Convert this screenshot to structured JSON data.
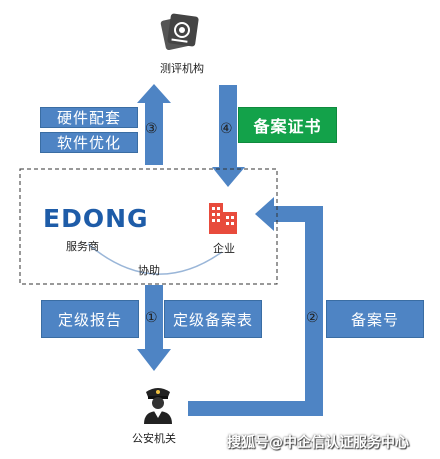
{
  "nodes": {
    "evaluator": "测评机构",
    "service_provider": "服务商",
    "enterprise": "企业",
    "police": "公安机关"
  },
  "logo": {
    "text": "EDONG"
  },
  "boxes": {
    "hardware": "硬件配套",
    "software": "软件优化",
    "certificate": "备案证书",
    "grading_report": "定级报告",
    "grading_form": "定级备案表",
    "record_number": "备案号"
  },
  "steps": {
    "one": "①",
    "two": "②",
    "three": "③",
    "four": "④"
  },
  "assist_label": "协助",
  "watermark": "搜狐号@中企信认证服务中心",
  "colors": {
    "arrow_blue": "#4e84c4",
    "box_blue": "#4e84c4",
    "cert_green": "#13a24a",
    "building_red": "#e84b3c",
    "logo_blue": "#1e5ca8"
  },
  "icons": {
    "evaluator": "certificate-stamp-icon",
    "enterprise": "building-icon",
    "police": "police-officer-icon"
  }
}
